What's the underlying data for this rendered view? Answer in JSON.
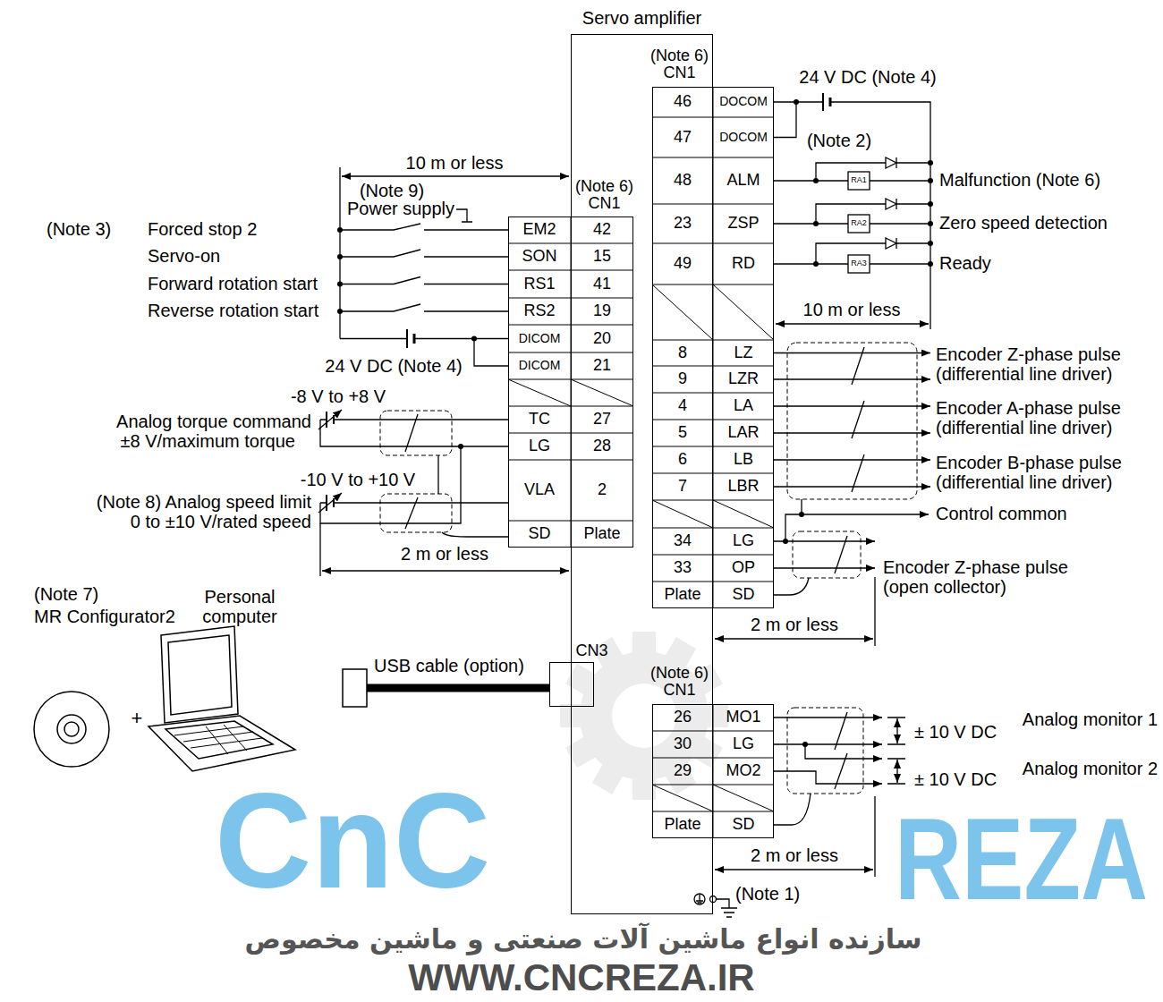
{
  "diagram": {
    "nodes": [
      {
        "text": [
          "Servo amplifier"
        ]
      },
      {
        "text": [
          "(Note 6) CN1"
        ],
        "in": 0
      },
      {
        "text": [
          "(Note 6) CN1"
        ],
        "in": 0
      },
      {
        "text": [
          "CN3"
        ],
        "in": 0
      },
      {
        "text": [
          "(Note 6) CN1"
        ],
        "in": 0
      }
    ],
    "labels": [
      "24 V DC (Note 4)",
      "(Note 2)",
      "10 m or less",
      "Malfunction (Note 6)",
      "(Note 9)",
      "Power supply",
      "(Note 3)",
      "Forced stop 2",
      "Servo-on",
      "Forward rotation start",
      "Reverse rotation start",
      "Zero speed detection",
      "Ready",
      "10 m or less",
      "24 V DC (Note 4)",
      "Encoder Z-phase pulse (differential line driver)",
      "Encoder A-phase pulse (differential line driver)",
      "Encoder B-phase pulse (differential line driver)",
      "-8 V to +8 V",
      "Analog torque command",
      "±8 V/maximum torque",
      "-10 V to +10 V",
      "(Note 8) Analog speed limit",
      "0 to ±10 V/rated speed",
      "Control common",
      "2 m or less",
      "Encoder Z-phase pulse (open collector)",
      "(Note 7)",
      "MR Configurator2",
      "Personal computer",
      "+",
      "2 m or less",
      "USB cable (option)",
      "± 10 V DC",
      "Analog monitor 1",
      "± 10 V DC",
      "Analog monitor 2",
      "2 m or less",
      "(Note 1)",
      "RA1",
      "RA2",
      "RA3",
      "46",
      "DOCOM",
      "47",
      "DOCOM",
      "48",
      "ALM",
      "23",
      "ZSP",
      "49",
      "RD",
      "8",
      "LZ",
      "9",
      "LZR",
      "4",
      "LA",
      "5",
      "LAR",
      "6",
      "LB",
      "7",
      "LBR",
      "34",
      "LG",
      "33",
      "OP",
      "Plate",
      "SD",
      "EM2",
      "42",
      "SON",
      "15",
      "RS1",
      "41",
      "RS2",
      "19",
      "DICOM",
      "20",
      "DICOM",
      "21",
      "TC",
      "27",
      "LG",
      "28",
      "VLA",
      "2",
      "SD",
      "Plate",
      "26",
      "MO1",
      "30",
      "LG",
      "29",
      "MO2",
      "Plate",
      "SD",
      "CnC",
      "REZA",
      "سازنده انواع ماشین آلات صنعتی و ماشین مخصوص",
      "WWW.CNCREZA.IR"
    ]
  }
}
